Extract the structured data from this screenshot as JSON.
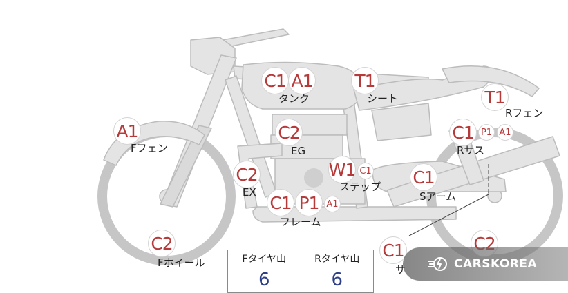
{
  "colors": {
    "bike_fill": "#e4e4e4",
    "bike_stroke": "#bcbcbc",
    "code_text": "#b63a3a",
    "value_text": "#2c3e86"
  },
  "parts": {
    "tank": {
      "label": "タンク",
      "codes": [
        "C1",
        "A1"
      ]
    },
    "seat": {
      "label": "シート",
      "codes": [
        "T1"
      ]
    },
    "rear_fender": {
      "label": "Rフェン",
      "codes": [
        "T1"
      ]
    },
    "front_fender": {
      "label": "Fフェン",
      "codes": [
        "A1"
      ]
    },
    "engine": {
      "label": "EG",
      "codes": [
        "C2"
      ]
    },
    "rear_suspension": {
      "label": "Rサス",
      "codes": [
        "C1",
        "P1",
        "A1"
      ]
    },
    "exhaust": {
      "label": "EX",
      "codes": [
        "C2"
      ]
    },
    "step": {
      "label": "ステップ",
      "codes": [
        "W1",
        "C1"
      ]
    },
    "swingarm": {
      "label": "Sアーム",
      "codes": [
        "C1"
      ]
    },
    "frame": {
      "label": "フレーム",
      "codes": [
        "C1",
        "P1",
        "A1"
      ]
    },
    "front_wheel": {
      "label": "Fホイール",
      "codes": [
        "C2"
      ]
    },
    "partial_part": {
      "label": "サ",
      "codes": [
        "C1"
      ]
    },
    "rear_wheel": {
      "codes": [
        "C2"
      ]
    }
  },
  "tire_table": {
    "headers": [
      "Fタイヤ山",
      "Rタイヤ山"
    ],
    "values": [
      "6",
      "6"
    ]
  },
  "watermark": {
    "text": "CARSKOREA",
    "icon": "carskorea-logo-icon"
  }
}
